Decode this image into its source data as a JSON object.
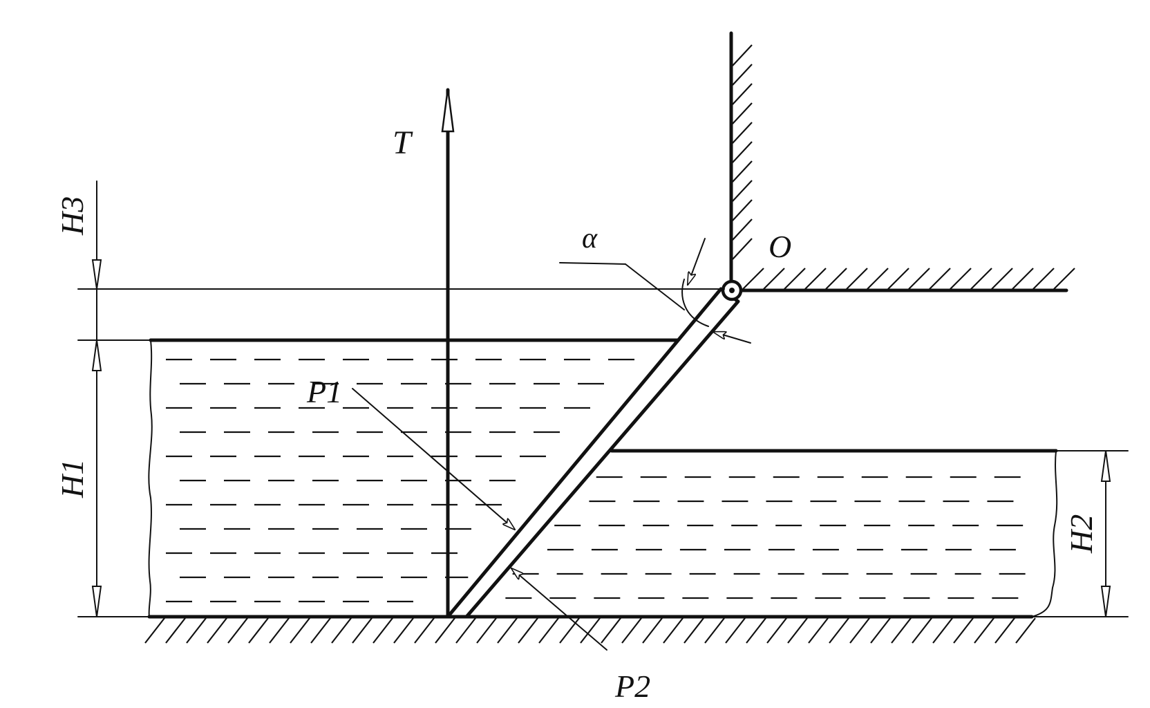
{
  "labels": {
    "force_T": "T",
    "height_H3": "H3",
    "height_H1": "H1",
    "height_H2": "H2",
    "pressure_P1": "P1",
    "pressure_P2": "P2",
    "angle_alpha": "α",
    "hinge_O": "O"
  },
  "colors": {
    "ink": "#111111",
    "background": "#ffffff"
  }
}
